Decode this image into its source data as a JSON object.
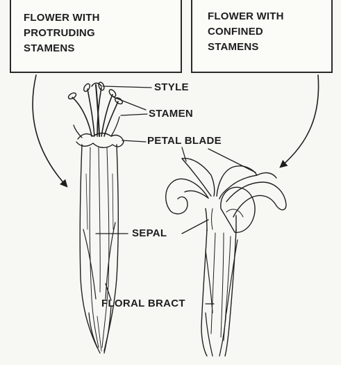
{
  "boxes": {
    "left": {
      "lines": [
        "FLOWER WITH",
        "PROTRUDING",
        "STAMENS"
      ]
    },
    "right": {
      "lines": [
        "FLOWER WITH",
        "CONFINED",
        "STAMENS"
      ]
    }
  },
  "labels": {
    "style": "STYLE",
    "stamen": "STAMEN",
    "petal_blade": "PETAL  BLADE",
    "sepal": "SEPAL",
    "floral_bract": "FLORAL BRACT"
  },
  "colors": {
    "ink": "#1e1e1e",
    "paper": "#f7f7f4"
  }
}
